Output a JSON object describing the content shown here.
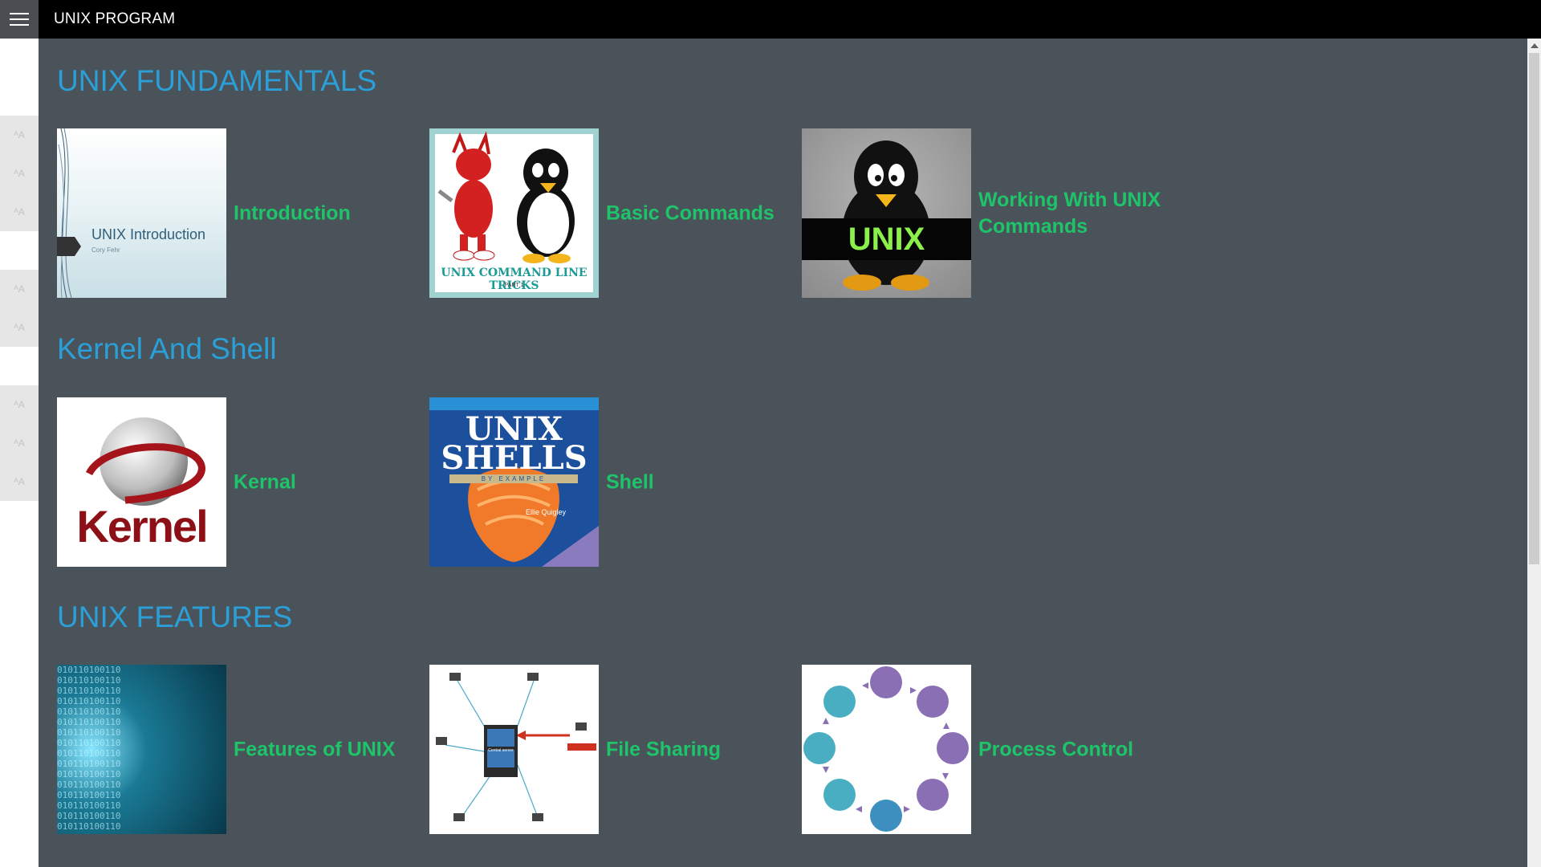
{
  "app": {
    "title": "UNIX PROGRAM"
  },
  "sidebar": {
    "item_glyph": "ᴬA",
    "groups": [
      3,
      2,
      3
    ]
  },
  "sections": [
    {
      "title": "UNIX FUNDAMENTALS",
      "items": [
        {
          "label": "Introduction",
          "image_text": "UNIX Introduction",
          "image_subtext": "Cory Fehr"
        },
        {
          "label": "Basic Commands",
          "image_text": "UNIX COMMAND LINE TRICKS",
          "image_subtext": "PART 1"
        },
        {
          "label": "Working With UNIX Commands",
          "image_text": "UNIX"
        }
      ]
    },
    {
      "title": "Kernel And Shell",
      "items": [
        {
          "label": "Kernal",
          "image_text": "Kernel"
        },
        {
          "label": "Shell",
          "image_text": "UNIX SHELLS",
          "image_subtext": "BY EXAMPLE",
          "image_author": "Ellie Quigley"
        }
      ]
    },
    {
      "title": "UNIX FEATURES",
      "items": [
        {
          "label": "Features of UNIX",
          "image_text": "010110100110"
        },
        {
          "label": "File Sharing",
          "image_text": "Central server"
        },
        {
          "label": "Process Control"
        }
      ]
    }
  ],
  "colors": {
    "titlebar": "#000000",
    "content_bg": "#4b535a",
    "section_title": "#2a9fd8",
    "tile_label": "#1ec46a"
  }
}
